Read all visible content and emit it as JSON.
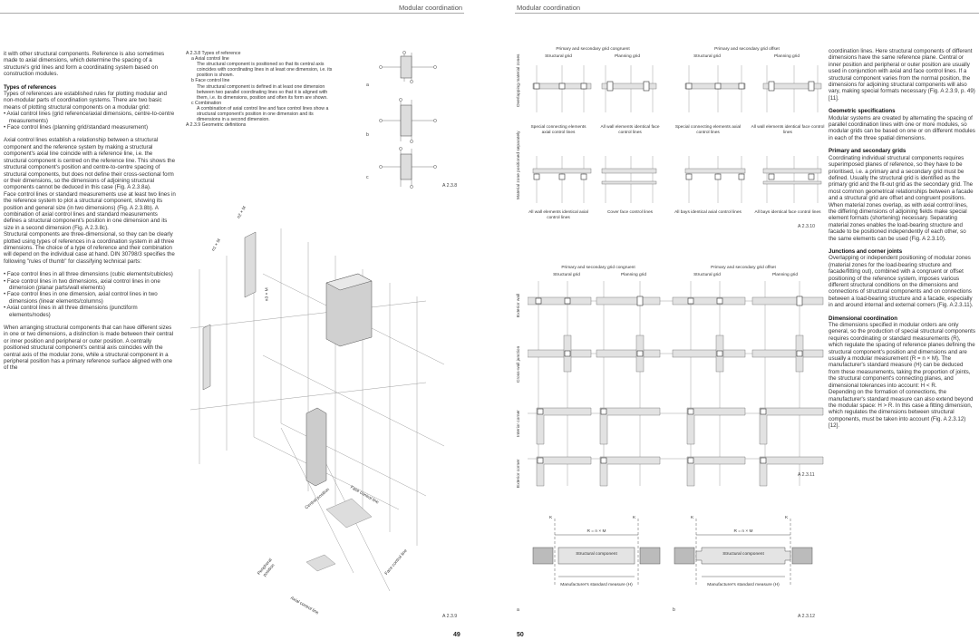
{
  "left_page": {
    "header": "Modular coordination",
    "page_number": "49",
    "col1": {
      "p1": "it with other structural components. Reference is also sometimes made to axial dimensions, which determine the spacing of a structure's grid lines and form a coordinating system based on construction modules.",
      "h_types": "Types of references",
      "p2": "Types of references are established rules for plotting modular and non-modular parts of coordination systems. There are two basic means of plotting structural components on a modular grid:",
      "list1": [
        "Axial control lines (grid reference/axial dimensions, centre-to-centre measurements)",
        "Face control lines (planning grid/standard measurement)"
      ],
      "p3": "Axial control lines establish a relationship between a structural component and the reference system by making a structural component's axial line coincide with a reference line, i.e. the structural component is centred on the reference line. This shows the structural component's position and centre-to-centre spacing of structural components, but does not define their cross-sectional form or their dimensions, so the dimensions of adjoining structural components cannot be deduced in this case (Fig. A 2.3.8a).",
      "p4": "Face control lines or standard measurements use at least two lines in the reference system to plot a structural component, showing its position and general size (in two dimensions) (Fig. A 2.3.8b). A combination of axial control lines and standard measurements defines a structural component's position in one dimension and its size in a second dimension (Fig. A 2.3.8c).",
      "p5": "Structural components are three-dimensional, so they can be clearly plotted using types of references in a coordination system in all three dimensions. The choice of a type of reference and their combination will depend on the individual case at hand. DIN 30798/3 specifies the following \"rules of thumb\" for classifying technical parts:",
      "list2": [
        "Face control lines in all three dimensions (cubic elements/cubicles)",
        "Face control lines in two dimensions, axial control lines in one dimension (planar parts/wall elements)",
        "Face control lines in one dimension, axial control lines in two dimensions (linear elements/columns)",
        "Axial control lines in all three dimensions (punctiform elements/nodes)"
      ],
      "p6": "When arranging structural components that can have different sizes in one or two dimensions, a distinction is made between their central or inner position and peripheral or outer position. A centrally positioned structural component's central axis coincides with the central axis of the modular zone, while a structural component in a peripheral position has a primary reference surface aligned with one of the"
    },
    "caption": {
      "l1": "A 2.3.8  Types of reference",
      "l2": "a  Axial control line",
      "l3": "The structural component is positioned so that its central axis coincides with coordinating lines in at least one dimension, i.e. its position is shown.",
      "l4": "b  Face control line",
      "l5": "The structural component is defined in at least one dimension between two parallel coordinating lines so that it is aligned with them, i.e. its dimensions, position and often its form are shown.",
      "l6": "c  Combination",
      "l7": "A combination of axial control line and face control lines show a structural component's position in one dimension and its dimensions in a second dimension.",
      "l8": "A 2.3.9  Geometric definitions"
    },
    "fig_8": {
      "a": "a",
      "b": "b",
      "c": "c",
      "no": "A 2.3.8"
    },
    "fig_9": {
      "n1": "n1 × M",
      "n2": "n2 × M",
      "n3": "n3 × M",
      "central": "Central position",
      "peripheral": "Peripheral position",
      "face_top": "Face control line",
      "face_right": "Face control line",
      "axial": "Axial control line",
      "no": "A 2.3.9"
    }
  },
  "right_page": {
    "header": "Modular coordination",
    "page_number": "50",
    "fig10": {
      "t1": "Primary and secondary grid congruent",
      "t2": "Primary and secondary grid offset",
      "sg": "Structural grid",
      "pg": "Planning grid",
      "row1": "Overlapping material zones",
      "row2": "Material zone positioned separately",
      "c1": "Special connecting elements axial control lines",
      "c2": "All wall elements identical face control lines",
      "c3": "Special connecting elements axial control lines",
      "c4": "All wall elements identical face control lines",
      "c5": "All wall elements identical axial control lines",
      "c6": "Cover face control lines",
      "c7": "All bays identical axial control lines",
      "c8": "All bays identical face control lines",
      "no": "A 2.3.10"
    },
    "fig11": {
      "t1": "Primary and secondary grid congruent",
      "t2": "Primary and secondary grid offset",
      "sg": "Structural grid",
      "pg": "Planning grid",
      "r1": "Exterior wall",
      "r2": "Cross-wall junction",
      "r3": "Interior corner",
      "r4": "Exterior corner",
      "no": "A 2.3.11"
    },
    "fig12": {
      "k": "K",
      "r": "R = n × M",
      "comp": "Structural component",
      "h": "Manufacturer's standard measure (H)",
      "a": "a",
      "b": "b",
      "no": "A 2.3.12"
    },
    "col": {
      "p1": "coordination lines. Here structural components of different dimensions have the same reference plane. Central or inner position and peripheral or outer position are usually used in conjunction with axial and face control lines. If a structural component varies from the normal position, the dimensions for adjoining structural components will also vary, making special formats necessary (Fig. A 2.3.9, p. 49) [11].",
      "h_geo": "Geometric specifications",
      "p2": "Modular systems are created by alternating the spacing of parallel coordination lines with one or more modules, so modular grids can be based on one or on different modules in each of the three spatial dimensions.",
      "h_grid": "Primary and secondary grids",
      "p3": "Coordinating individual structural components requires superimposed planes of reference, so they have to be prioritised, i.e. a primary and a secondary grid must be defined. Usually the structural grid is identified as the primary grid and the fit-out grid as the secondary grid. The most common geometrical relationships between a facade and a structural grid are offset and congruent positions.",
      "p4": "When material zones overlap, as with axial control lines, the differing dimensions of adjoining fields make special element formats (shortening) necessary. Separating material zones enables the load-bearing structure and facade to be positioned independently of each other, so the same elements can be used (Fig. A 2.3.10).",
      "h_junc": "Junctions and corner joints",
      "p5": "Overlapping or independent positioning of modular zones (material zones for the load-bearing structure and facade/fitting out), combined with a congruent or offset positioning of the reference system, imposes various different structural conditions on the dimensions and connections of structural components and on connections between a load-bearing structure and a facade, especially in and around internal and external corners (Fig. A 2.3.11).",
      "h_dim": "Dimensional coordination",
      "p6": "The dimensions specified in modular orders are only general, so the production of special structural components requires coordinating or standard measurements (R), which regulate the spacing of reference planes defining the structural component's position and dimensions and are usually a modular measurement (R = n × M). The manufacturer's standard measure (H) can be deduced from these measurements, taking the proportion of joints, the structural component's connecting planes, and dimensional tolerances into account: H < R.",
      "p7": "Depending on the formation of connections, the manufacturer's standard measure can also extend beyond the modular space: H > R. In this case a fitting dimension, which regulates the dimensions between structural components, must be taken into account (Fig. A 2.3.12) [12]."
    }
  }
}
